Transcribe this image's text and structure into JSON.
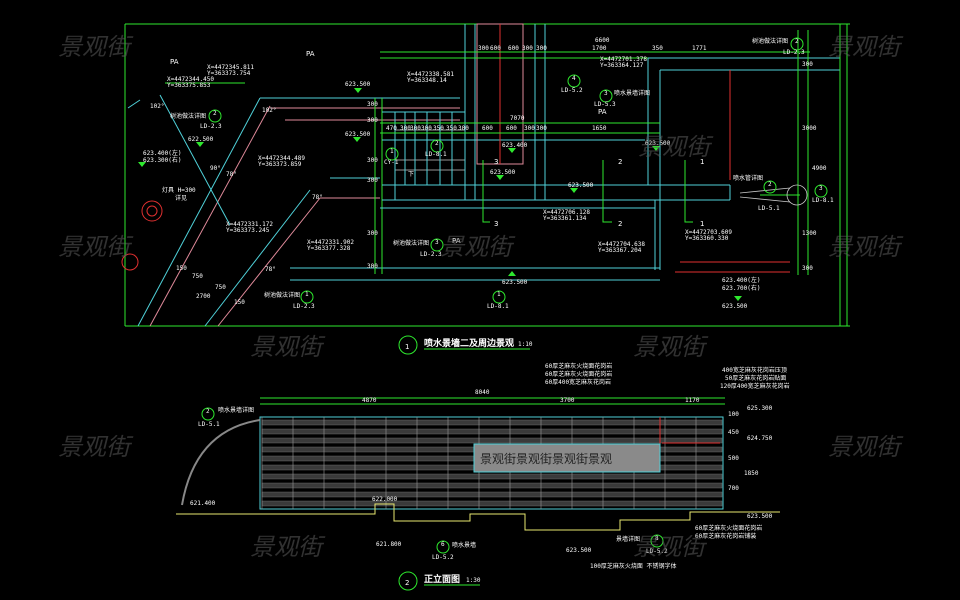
{
  "watermark": "景观街",
  "plan": {
    "number": "1",
    "title": "喷水景墙二及周边景观",
    "scale": "1:10",
    "area_labels": [
      "PA",
      "PA",
      "PA",
      "PA"
    ],
    "top_dims_left": [
      "300",
      "600",
      "600",
      "300",
      "300"
    ],
    "top_dims_right": [
      "1700",
      "350",
      "1771"
    ],
    "top_total": "6600",
    "mid_total": "7070",
    "mid_dims": [
      "470",
      "300",
      "300",
      "300",
      "350",
      "350",
      "300",
      "600",
      "600",
      "300",
      "300",
      "1650"
    ],
    "right_dims": [
      "300",
      "3000",
      "4900",
      "1300",
      "300"
    ],
    "left_dims": [
      "300",
      "300",
      "300",
      "300",
      "300",
      "300"
    ],
    "elevations": [
      "623.500",
      "623.500",
      "622.500",
      "623.500",
      "623.400",
      "623.500",
      "623.500",
      "623.500",
      "623.500"
    ],
    "level_notes": [
      "623.400(左)",
      "623.300(右)",
      "623.400(左)",
      "623.700(右)"
    ],
    "lamp_note": [
      "灯具 H=300",
      "详见"
    ],
    "coords": [
      "X=4472344.450",
      "Y=363375.853",
      "X=4472345.811",
      "Y=363373.754",
      "X=4472338.581",
      "Y=363348.14",
      "X=4472344.489",
      "Y=363373.859",
      "X=4472331.172",
      "Y=363373.245",
      "X=4472331.902",
      "Y=363377.328",
      "X=4472701.378",
      "Y=363364.127",
      "X=4472706.128",
      "Y=363361.134",
      "X=4472704.638",
      "Y=363367.204",
      "X=4472703.609",
      "Y=363360.330"
    ],
    "angles": [
      "102°",
      "102°",
      "78°",
      "90°",
      "78°",
      "78°"
    ],
    "diag_dims": [
      "150",
      "750",
      "750",
      "150",
      "2700"
    ],
    "section_marks": [
      "3",
      "3",
      "2",
      "2",
      "1",
      "1"
    ],
    "detail_refs": [
      {
        "num": "2",
        "sheet": "LD-2.3",
        "note": "树池做法详图"
      },
      {
        "num": "1",
        "sheet": "CY-1"
      },
      {
        "num": "2",
        "sheet": "LD-8.1"
      },
      {
        "num": "4",
        "sheet": "LD-5.2"
      },
      {
        "num": "3",
        "sheet": "LD-5.3",
        "note": "喷水景墙详图"
      },
      {
        "num": "2",
        "sheet": "LD-2.3",
        "note": "树池做法详图"
      },
      {
        "num": "3",
        "sheet": "LD-2.3",
        "note": "树池做法详图"
      },
      {
        "num": "1",
        "sheet": "LD-2.3",
        "note": "树池做法详图"
      },
      {
        "num": "2",
        "sheet": "LD-5.1",
        "note": "喷水管详图"
      },
      {
        "num": "3",
        "sheet": "LD-8.1"
      },
      {
        "num": "1",
        "sheet": "LD-8.1"
      }
    ],
    "stair_label": "下"
  },
  "elevation": {
    "number": "2",
    "title": "正立面图",
    "scale": "1:30",
    "top_total": "8040",
    "dims": [
      "4870",
      "3700",
      "1170"
    ],
    "right_dims": [
      "100",
      "450",
      "500",
      "700",
      "1850"
    ],
    "levels": [
      "625.300",
      "624.750",
      "623.500",
      "621.400",
      "622.000",
      "621.800",
      "623.500"
    ],
    "material_notes_top": [
      "60厚芝麻灰火烧面花岗岩",
      "60厚芝麻灰火烧面花岗岩",
      "60厚400宽芝麻灰花岗岩"
    ],
    "material_notes_right": [
      "400宽芝麻灰花岗岩压顶",
      "50厚芝麻灰花岗岩贴面",
      "120厚400宽芝麻灰花岗岩"
    ],
    "material_notes_bottom": [
      "60厚芝麻灰火烧面花岗岩",
      "60厚芝麻灰花岗岩铺装"
    ],
    "bottom_note": "100厚芝麻灰火烧面 不锈钢字体",
    "detail_refs": [
      {
        "num": "2",
        "sheet": "LD-5.1",
        "note": "喷水景墙详图"
      },
      {
        "num": "6",
        "sheet": "LD-5.2",
        "note": "喷水景墙"
      },
      {
        "num": "8",
        "sheet": "LD-5.2",
        "note": "景墙详图"
      }
    ],
    "sign_text": "景观街景观街景观街景观"
  }
}
